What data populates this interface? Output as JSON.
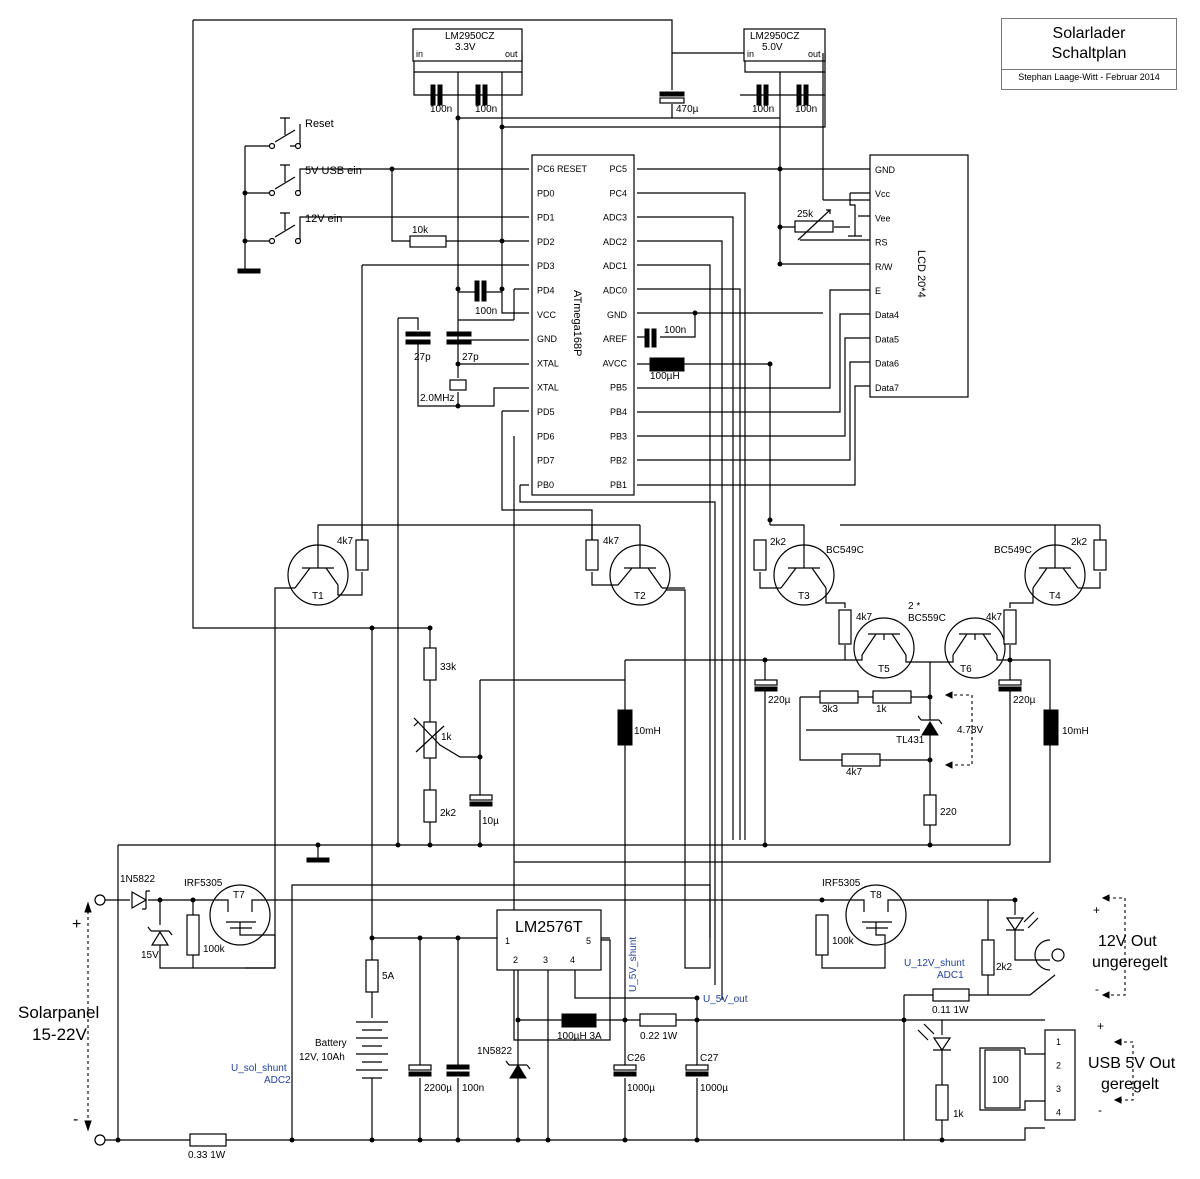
{
  "title_block": {
    "title": "Solarlader",
    "subtitle": "Schaltplan",
    "author": "Stephan Laage-Witt - Februar 2014"
  },
  "regulators": {
    "reg33_name": "LM2950CZ",
    "reg33_val": "3.3V",
    "reg50_name": "LM2950CZ",
    "reg50_val": "5.0V",
    "pin_in": "in",
    "pin_out": "out"
  },
  "capacitors": {
    "c100n": "100n",
    "c470u": "470µ",
    "c27p": "27p",
    "c10u": "10µ",
    "c220u": "220µ",
    "c2200u": "2200µ",
    "c1000u": "1000µ",
    "c26": "C26",
    "c27": "C27"
  },
  "switches": {
    "reset": "Reset",
    "usb": "5V USB ein",
    "v12": "12V ein"
  },
  "mcu": {
    "name": "ATmega168P",
    "left_pins": [
      "PC6 RESET",
      "PD0",
      "PD1",
      "PD2",
      "PD3",
      "PD4",
      "VCC",
      "GND",
      "XTAL",
      "XTAL",
      "PD5",
      "PD6",
      "PD7",
      "PB0"
    ],
    "right_pins": [
      "PC5",
      "PC4",
      "ADC3",
      "ADC2",
      "ADC1",
      "ADC0",
      "GND",
      "AREF",
      "AVCC",
      "PB5",
      "PB4",
      "PB3",
      "PB2",
      "PB1"
    ]
  },
  "lcd": {
    "name": "LCD 20*4",
    "pins": [
      "GND",
      "Vcc",
      "Vee",
      "RS",
      "R/W",
      "E",
      "Data4",
      "Data5",
      "Data6",
      "Data7"
    ]
  },
  "resistors": {
    "r10k": "10k",
    "r25k": "25k",
    "r4k7": "4k7",
    "r2k2": "2k2",
    "r33k": "33k",
    "r1k": "1k",
    "r3k3": "3k3",
    "r220": "220",
    "r100k": "100k",
    "r100": "100",
    "r033": "0.33 1W",
    "r022": "0.22 1W",
    "r011": "0.11 1W"
  },
  "crystal": "2.0MHz",
  "inductors": {
    "l100u": "100µH",
    "l10m": "10mH",
    "l100u3a": "100µH 3A"
  },
  "transistors": {
    "t1": "T1",
    "t2": "T2",
    "t3": "T3",
    "t4": "T4",
    "t5": "T5",
    "t6": "T6",
    "t7": "T7",
    "t8": "T8",
    "bc549": "BC549C",
    "bc559": "BC559C",
    "count2": "2 *",
    "irf": "IRF5305"
  },
  "tl431": {
    "name": "TL431",
    "voltage": "4.78V"
  },
  "diodes": {
    "d1": "1N5822",
    "d2": "1N5822",
    "zener": "15V"
  },
  "lm2576": {
    "name": "LM2576T",
    "p1": "1",
    "p2": "2",
    "p3": "3",
    "p4": "4",
    "p5": "5"
  },
  "fuse": "5A",
  "battery": {
    "l1": "Battery",
    "l2": "12V, 10Ah"
  },
  "nets": {
    "u_sol": "U_sol_shunt",
    "adc2": "ADC2",
    "u_5v_shunt": "U_5V_shunt",
    "u_5v_out": "U_5V_out",
    "u_12v": "U_12V_shunt",
    "adc1": "ADC1"
  },
  "solar": {
    "l1": "Solarpanel",
    "l2": "15-22V",
    "plus": "+",
    "minus": "-"
  },
  "out12": {
    "l1": "12V Out",
    "l2": "ungeregelt",
    "plus": "+",
    "minus": "-"
  },
  "usb": {
    "l1": "USB 5V Out",
    "l2": "geregelt",
    "pins": [
      "1",
      "2",
      "3",
      "4"
    ],
    "plus": "+",
    "minus": "-"
  }
}
